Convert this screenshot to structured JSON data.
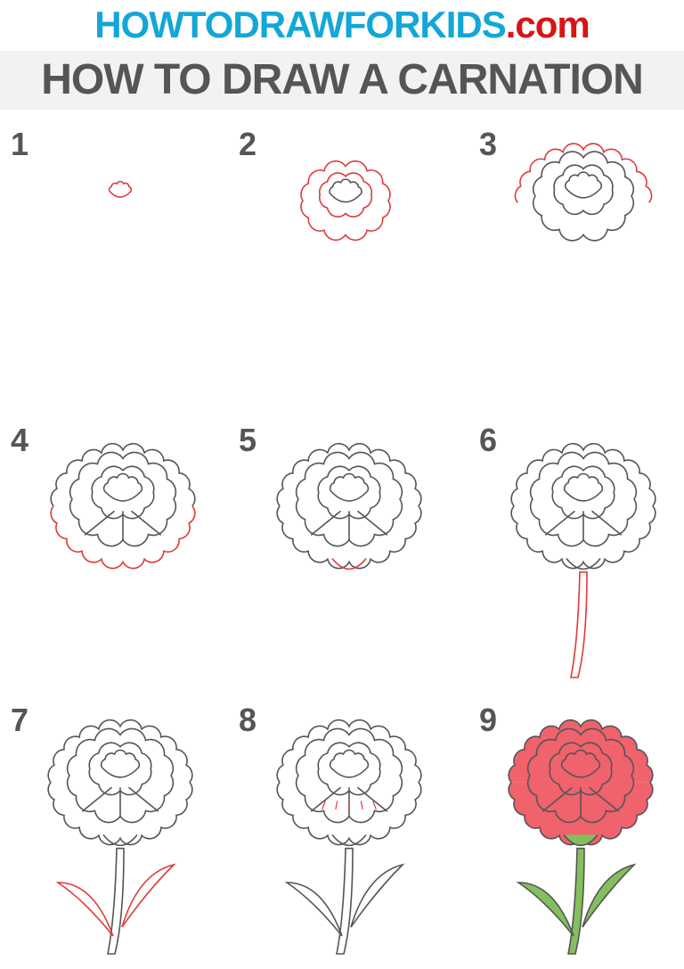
{
  "header": {
    "site_name": "HOWTODRAWFORKIDS",
    "site_tld": ".com",
    "title": "HOW TO DRAW A CARNATION"
  },
  "colors": {
    "site_blue": "#12a7d6",
    "site_red": "#d81414",
    "title_gray": "#555555",
    "new_line_red": "#e03a3a",
    "outline_gray": "#555555",
    "petal_fill": "#f0626c",
    "leaf_green": "#84bf5e"
  },
  "steps": [
    {
      "number": "1"
    },
    {
      "number": "2"
    },
    {
      "number": "3"
    },
    {
      "number": "4"
    },
    {
      "number": "5"
    },
    {
      "number": "6"
    },
    {
      "number": "7"
    },
    {
      "number": "8"
    },
    {
      "number": "9"
    }
  ]
}
